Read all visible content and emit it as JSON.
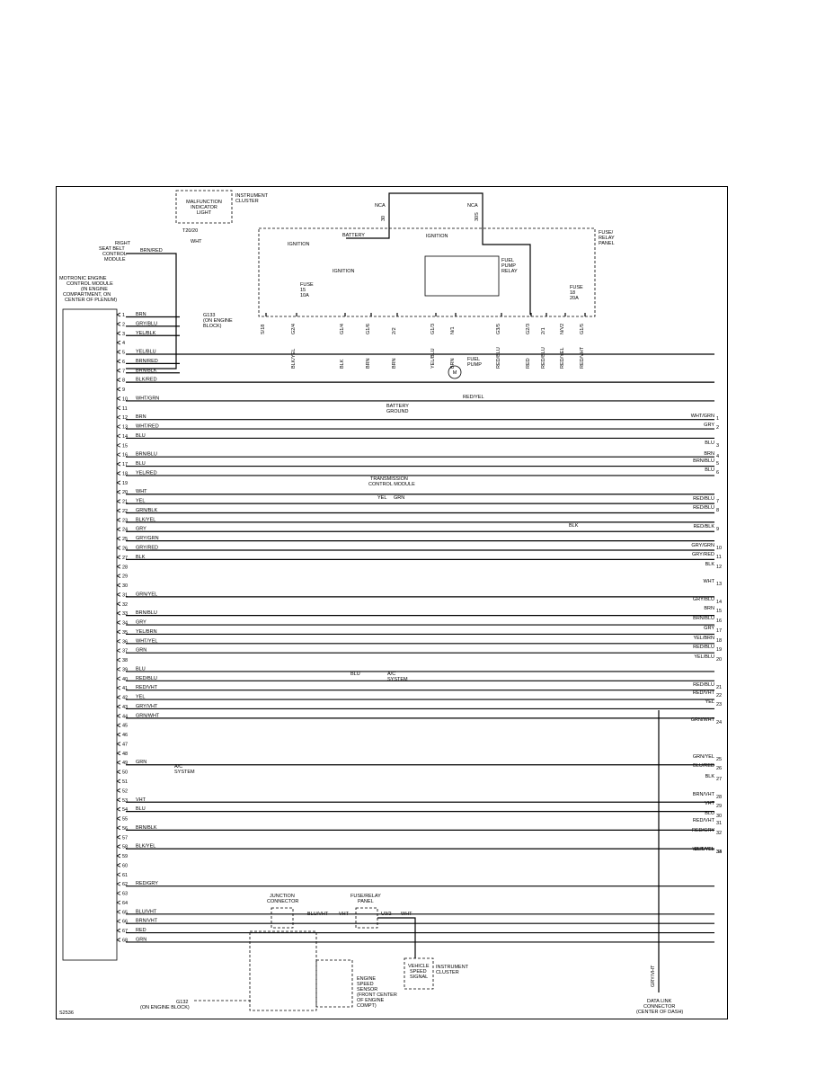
{
  "diagram_id": "S2536",
  "title_blocks": {
    "mil": "MALFUNCTION INDICATOR LIGHT",
    "instrument_cluster": "INSTRUMENT CLUSTER",
    "t20_20": "T20/20",
    "wht": "WHT",
    "nca1": "NCA",
    "nca2": "NCA",
    "p30": "30",
    "p30s": "30S",
    "battery": "BATTERY",
    "ignition1": "IGNITION",
    "ignition2": "IGNITION",
    "ignition3": "IGNITION",
    "fuse_relay_panel": "FUSE/ RELAY PANEL",
    "fuel_pump_relay": "FUEL PUMP RELAY",
    "fuse15": "FUSE 15 10A",
    "fuse18": "FUSE 18 20A",
    "right_seatbelt": "RIGHT SEAT BELT CONTROL MODULE",
    "brn_red_top": "BRN/RED",
    "ecm": "MOTRONIC ENGINE CONTROL MODULE (IN ENGINE COMPARTMENT, ON CENTER OF PLENUM)",
    "g133": "G133 (ON ENGINE BLOCK)",
    "fuel_pump": "FUEL PUMP",
    "battery_ground": "BATTERY GROUND",
    "red_yel": "RED/YEL",
    "tcm": "TRANSMISSION CONTROL MODULE",
    "yel_tcm": "YEL",
    "grn_tcm": "GRN",
    "ac1": "A/C SYSTEM",
    "ac2": "A/C SYSTEM",
    "blu_ac": "BLU",
    "blk_mid": "BLK",
    "junction": "JUNCTION CONNECTOR",
    "fuse_relay_panel2": "FUSE/RELAY PANEL",
    "blu_vht": "BLU/VHT",
    "vht": "VHT",
    "u3_2": "U3/2",
    "wht2": "WHT",
    "vss": "VEHICLE SPEED SIGNAL",
    "instrument_cluster2": "INSTRUMENT CLUSTER",
    "engine_speed": "ENGINE SPEED SENSOR (FRONT CENTER OF ENGINE COMPT)",
    "g132": "G132 (ON ENGINE BLOCK)",
    "dlc": "DATA LINK CONNECTOR (CENTER OF DASH)",
    "gry_vht_v": "GRY/VHT"
  },
  "vertical_labels": [
    "S/18",
    "G2/4",
    "G1/4",
    "G1/6",
    "2/2",
    "G1/3",
    "N/1",
    "G3/5",
    "G2/3",
    "2/1",
    "N/V2",
    "G1/5"
  ],
  "vertical_wire_labels": [
    "BLK/YEL",
    "BLK",
    "BRN",
    "BRN",
    "YEL/BLU",
    "BRN",
    "RED/BLU",
    "RED",
    "RED/BLU",
    "RED/YEL",
    "RED/VHT"
  ],
  "ecm_pins": [
    {
      "n": "1",
      "c": "BRN"
    },
    {
      "n": "2",
      "c": "GRY/BLU"
    },
    {
      "n": "3",
      "c": "YEL/BLK"
    },
    {
      "n": "4",
      "c": ""
    },
    {
      "n": "5",
      "c": "YEL/BLU"
    },
    {
      "n": "6",
      "c": "BRN/RED"
    },
    {
      "n": "7",
      "c": "BRN/BLK"
    },
    {
      "n": "8",
      "c": "BLK/RED"
    },
    {
      "n": "9",
      "c": ""
    },
    {
      "n": "10",
      "c": "WHT/GRN"
    },
    {
      "n": "11",
      "c": ""
    },
    {
      "n": "12",
      "c": "BRN"
    },
    {
      "n": "13",
      "c": "WHT/RED"
    },
    {
      "n": "14",
      "c": "BLU"
    },
    {
      "n": "15",
      "c": ""
    },
    {
      "n": "16",
      "c": "BRN/BLU"
    },
    {
      "n": "17",
      "c": "BLU"
    },
    {
      "n": "18",
      "c": "YEL/RED"
    },
    {
      "n": "19",
      "c": ""
    },
    {
      "n": "20",
      "c": "WHT"
    },
    {
      "n": "21",
      "c": "YEL"
    },
    {
      "n": "22",
      "c": "GRN/BLK"
    },
    {
      "n": "23",
      "c": "BLK/YEL"
    },
    {
      "n": "24",
      "c": "GRY"
    },
    {
      "n": "25",
      "c": "GRY/GRN"
    },
    {
      "n": "26",
      "c": "GRY/RED"
    },
    {
      "n": "27",
      "c": "BLK"
    },
    {
      "n": "28",
      "c": ""
    },
    {
      "n": "29",
      "c": ""
    },
    {
      "n": "30",
      "c": ""
    },
    {
      "n": "31",
      "c": "GRN/YEL"
    },
    {
      "n": "32",
      "c": ""
    },
    {
      "n": "33",
      "c": "BRN/BLU"
    },
    {
      "n": "34",
      "c": "GRY"
    },
    {
      "n": "35",
      "c": "YEL/BRN"
    },
    {
      "n": "36",
      "c": "WHT/YEL"
    },
    {
      "n": "37",
      "c": "GRN"
    },
    {
      "n": "38",
      "c": ""
    },
    {
      "n": "39",
      "c": "BLU"
    },
    {
      "n": "40",
      "c": "RED/BLU"
    },
    {
      "n": "41",
      "c": "RED/VHT"
    },
    {
      "n": "42",
      "c": "YEL"
    },
    {
      "n": "43",
      "c": "GRY/VHT"
    },
    {
      "n": "44",
      "c": "GRN/WHT"
    },
    {
      "n": "45",
      "c": ""
    },
    {
      "n": "46",
      "c": ""
    },
    {
      "n": "47",
      "c": ""
    },
    {
      "n": "48",
      "c": ""
    },
    {
      "n": "49",
      "c": "GRN"
    },
    {
      "n": "50",
      "c": ""
    },
    {
      "n": "51",
      "c": ""
    },
    {
      "n": "52",
      "c": ""
    },
    {
      "n": "53",
      "c": "VHT"
    },
    {
      "n": "54",
      "c": "BLU"
    },
    {
      "n": "55",
      "c": ""
    },
    {
      "n": "56",
      "c": "BRN/BLK"
    },
    {
      "n": "57",
      "c": ""
    },
    {
      "n": "58",
      "c": "BLK/YEL"
    },
    {
      "n": "59",
      "c": ""
    },
    {
      "n": "60",
      "c": ""
    },
    {
      "n": "61",
      "c": ""
    },
    {
      "n": "62",
      "c": "RED/GRY"
    },
    {
      "n": "63",
      "c": ""
    },
    {
      "n": "64",
      "c": ""
    },
    {
      "n": "65",
      "c": "BLU/VHT"
    },
    {
      "n": "66",
      "c": "BRN/VHT"
    },
    {
      "n": "67",
      "c": "RED"
    },
    {
      "n": "68",
      "c": "GRN"
    }
  ],
  "right_connector": [
    {
      "n": "1",
      "c": "WHT/GRN"
    },
    {
      "n": "2",
      "c": "GRY"
    },
    {
      "n": "3",
      "c": "BLU"
    },
    {
      "n": "4",
      "c": "BRN"
    },
    {
      "n": "5",
      "c": "BRN/BLU"
    },
    {
      "n": "6",
      "c": "BLU"
    },
    {
      "n": "7",
      "c": "RED/BLU"
    },
    {
      "n": "8",
      "c": "RED/BLU"
    },
    {
      "n": "9",
      "c": "RED/BLK"
    },
    {
      "n": "10",
      "c": "GRY/GRN"
    },
    {
      "n": "11",
      "c": "GRY/RED"
    },
    {
      "n": "12",
      "c": "BLK"
    },
    {
      "n": "13",
      "c": "WHT"
    },
    {
      "n": "14",
      "c": "GRY/BLU"
    },
    {
      "n": "15",
      "c": "BRN"
    },
    {
      "n": "16",
      "c": "BRN/BLU"
    },
    {
      "n": "17",
      "c": "GRY"
    },
    {
      "n": "18",
      "c": "YEL/BRN"
    },
    {
      "n": "19",
      "c": "RED/BLU"
    },
    {
      "n": "20",
      "c": "YEL/BLU"
    },
    {
      "n": "21",
      "c": "RED/BLU"
    },
    {
      "n": "22",
      "c": "RED/VHT"
    },
    {
      "n": "23",
      "c": "YEL"
    },
    {
      "n": "24",
      "c": "GRN/WHT"
    },
    {
      "n": "25",
      "c": "GRN/YEL"
    },
    {
      "n": "26",
      "c": "BLU/RED"
    },
    {
      "n": "27",
      "c": "BLK"
    },
    {
      "n": "28",
      "c": "BRN/VHT"
    },
    {
      "n": "29",
      "c": "VHT"
    },
    {
      "n": "30",
      "c": "BLU"
    },
    {
      "n": "31",
      "c": "RED/VHT"
    },
    {
      "n": "32",
      "c": "RED/GRY"
    },
    {
      "n": "33",
      "c": "WHT/YEL"
    },
    {
      "n": "34",
      "c": "BLK/YEL"
    }
  ]
}
